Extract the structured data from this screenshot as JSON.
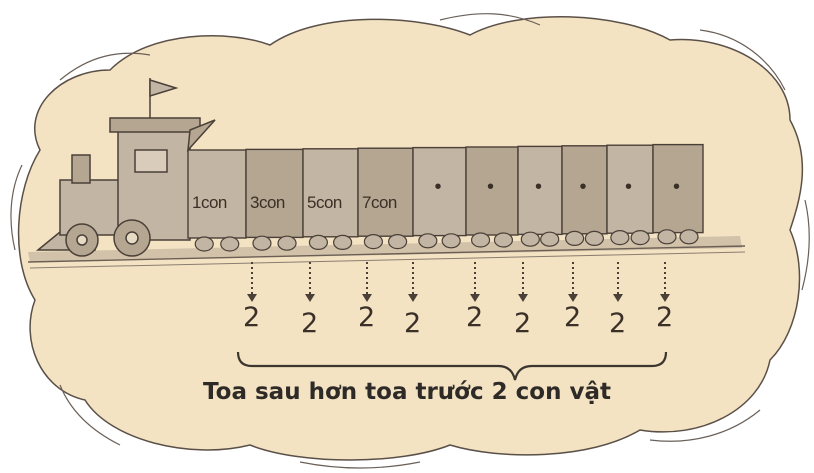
{
  "wagons": [
    {
      "label": "1con"
    },
    {
      "label": "3con"
    },
    {
      "label": "5con"
    },
    {
      "label": "7con"
    },
    {
      "label": "•"
    },
    {
      "label": "•"
    },
    {
      "label": "•"
    },
    {
      "label": "•"
    },
    {
      "label": "•"
    },
    {
      "label": "•"
    }
  ],
  "differences": [
    "2",
    "2",
    "2",
    "2",
    "2",
    "2",
    "2",
    "2",
    "2"
  ],
  "caption": "Toa sau hơn toa trước 2 con vật",
  "colors": {
    "cloud": "#f3e3c3",
    "outline": "#4a4038",
    "train": "#c2b5a3",
    "wagon_dark": "#b5a692",
    "text": "#2e2a27"
  }
}
